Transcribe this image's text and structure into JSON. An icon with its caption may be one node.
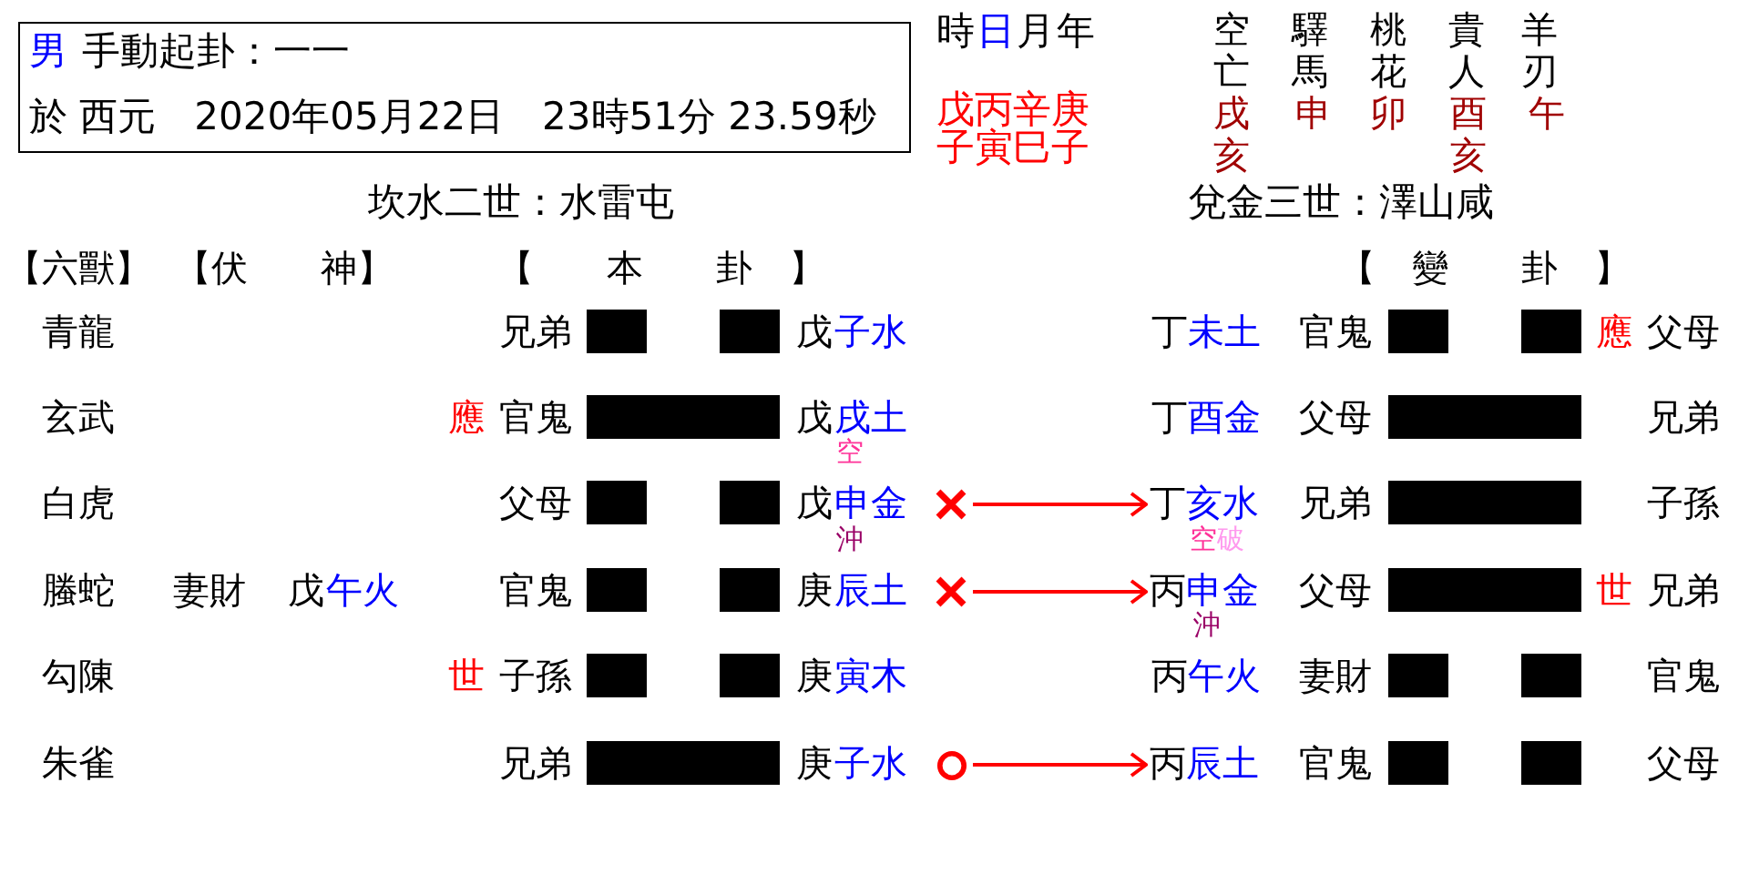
{
  "diagram": {
    "nodes": [
      {
        "text": [
          "男",
          "手動起卦：一一",
          "於 西元　2020年05月22日　23時51分 23.59秒"
        ]
      },
      {
        "text": [],
        "shape": "cross"
      },
      {
        "text": [
          "丁",
          "亥水"
        ],
        "beside": [
          "空",
          "破"
        ]
      },
      {
        "text": [],
        "shape": "cross"
      },
      {
        "text": [
          "丙",
          "申金"
        ],
        "beside": [
          "沖"
        ]
      },
      {
        "text": [],
        "shape": "circle"
      },
      {
        "text": [
          "丙",
          "辰土"
        ]
      }
    ],
    "edges": [
      {
        "from": 1,
        "to": 2,
        "arrow": "to"
      },
      {
        "from": 3,
        "to": 4,
        "arrow": "to"
      },
      {
        "from": 5,
        "to": 6,
        "arrow": "to"
      }
    ],
    "labels": [
      "時",
      "日",
      "月",
      "年",
      "戊丙辛庚",
      "子寅巳子",
      "空亡",
      "驛馬",
      "桃花",
      "貴人",
      "羊刃",
      "戌亥",
      "申",
      "卯",
      "酉亥",
      "午",
      "坎水二世：水雷屯",
      "兌金三世：澤山咸",
      "【六獸】",
      "【伏　　神】",
      "【　　本　　卦　】",
      "【　變　　卦　】",
      "青龍",
      "兄弟",
      "戊",
      "子水",
      "丁",
      "未土",
      "官鬼",
      "應",
      "父母",
      "玄武",
      "應",
      "官鬼",
      "戊",
      "戌土",
      "空",
      "丁",
      "酉金",
      "父母",
      "兄弟",
      "白虎",
      "父母",
      "戊",
      "申金",
      "沖",
      "兄弟",
      "子孫",
      "螣蛇",
      "妻財",
      "戊",
      "午火",
      "官鬼",
      "庚",
      "辰土",
      "父母",
      "世",
      "兄弟",
      "勾陳",
      "世",
      "子孫",
      "庚",
      "寅木",
      "丙",
      "午火",
      "妻財",
      "官鬼",
      "朱雀",
      "兄弟",
      "庚",
      "子水",
      "官鬼",
      "父母"
    ]
  }
}
